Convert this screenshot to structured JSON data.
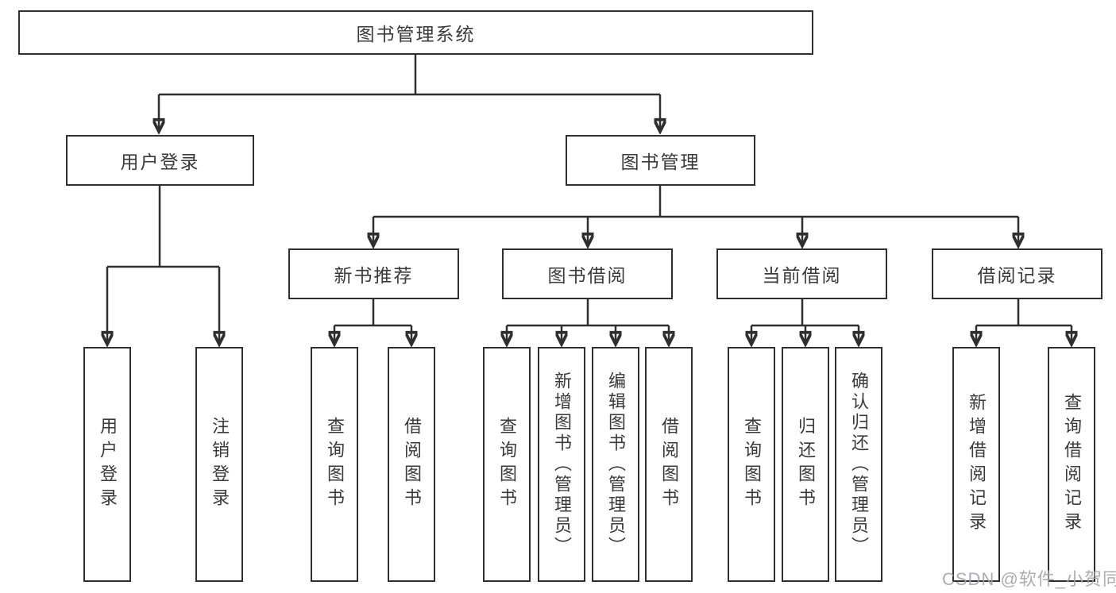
{
  "nodes": {
    "root": "图书管理系统",
    "userLogin": "用户登录",
    "bookManagement": "图书管理",
    "newBookRecommend": "新书推荐",
    "bookBorrow": "图书借阅",
    "currentBorrow": "当前借阅",
    "borrowRecords": "借阅记录"
  },
  "leaves": {
    "userLogin": [
      "用户登录",
      "注销登录"
    ],
    "newBookRecommend": [
      "查询图书",
      "借阅图书"
    ],
    "bookBorrow": [
      "查询图书",
      "新增图书（管理员）",
      "编辑图书（管理员）",
      "借阅图书"
    ],
    "currentBorrow": [
      "查询图书",
      "归还图书",
      "确认归还（管理员）"
    ],
    "borrowRecords": [
      "新增借阅记录",
      "查询借阅记录"
    ]
  },
  "colors": {
    "line": "#2f2f2f",
    "text": "#3a3a3a",
    "watermark": "#a4a4a8",
    "background": "#ffffff"
  },
  "watermark": "CSDN @软件_小贺同学"
}
